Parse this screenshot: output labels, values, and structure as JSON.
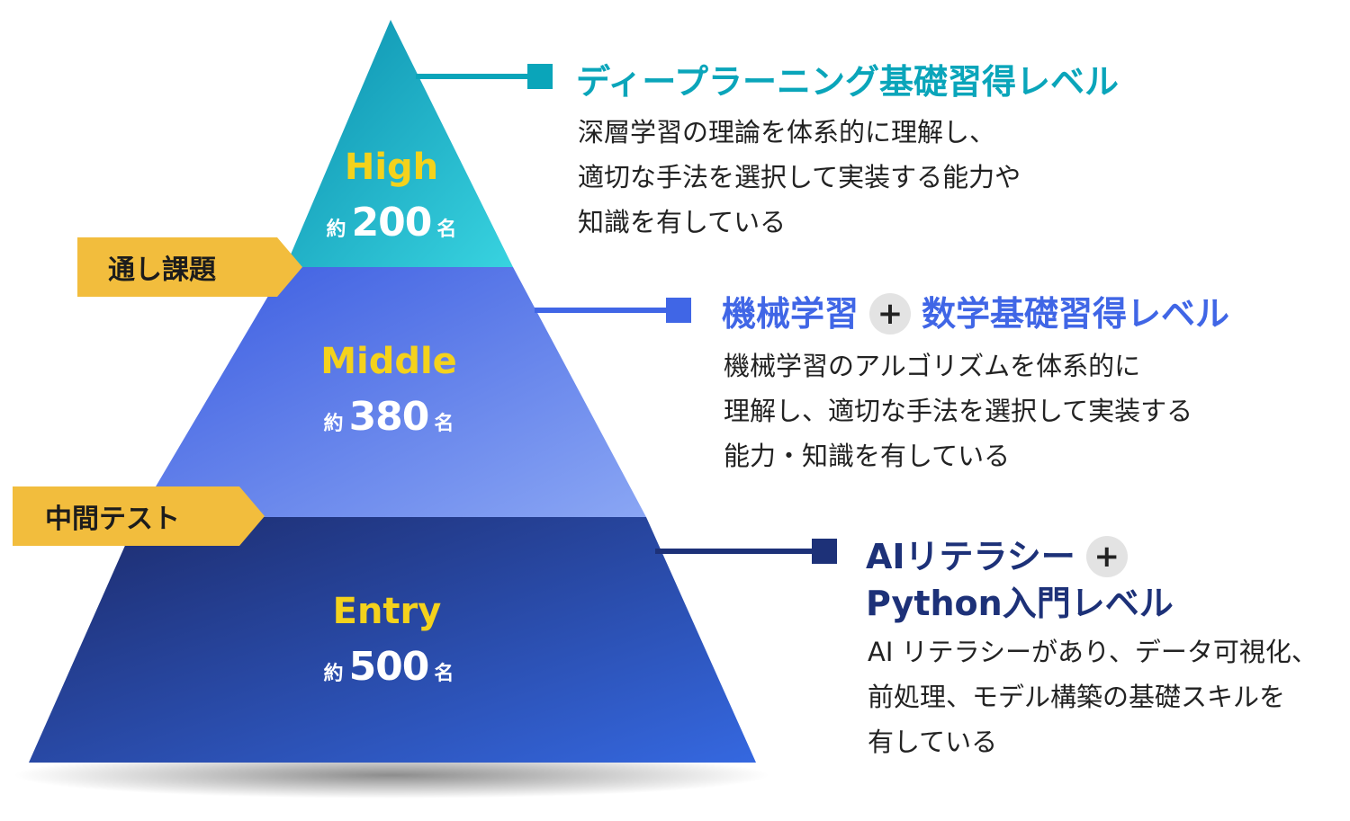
{
  "colors": {
    "high_title": "#0aa5ba",
    "middle_title": "#4066e6",
    "entry_title": "#1d3178",
    "tier_name": "#f4d21c",
    "tag": "#f2bd3d"
  },
  "tiers": [
    {
      "name": "High",
      "count_prefix": "約",
      "count": "200",
      "count_suffix": "名"
    },
    {
      "name": "Middle",
      "count_prefix": "約",
      "count": "380",
      "count_suffix": "名"
    },
    {
      "name": "Entry",
      "count_prefix": "約",
      "count": "500",
      "count_suffix": "名"
    }
  ],
  "tags": [
    {
      "label": "通し課題"
    },
    {
      "label": "中間テスト"
    }
  ],
  "levels": [
    {
      "title": "ディープラーニング基礎習得レベル",
      "description": [
        "深層学習の理論を体系的に理解し、",
        "適切な手法を選択して実装する能力や",
        "知識を有している"
      ]
    },
    {
      "title_part1": "機械学習",
      "plus": "+",
      "title_part2": "数学基礎習得レベル",
      "description": [
        "機械学習のアルゴリズムを体系的に",
        "理解し、適切な手法を選択して実装する",
        "能力・知識を有している"
      ]
    },
    {
      "title_part1": "AIリテラシー",
      "plus": "+",
      "title_part2": "Python入門レベル",
      "description": [
        "AI リテラシーがあり、データ可視化、",
        "前処理、モデル構築の基礎スキルを",
        "有している"
      ]
    }
  ]
}
